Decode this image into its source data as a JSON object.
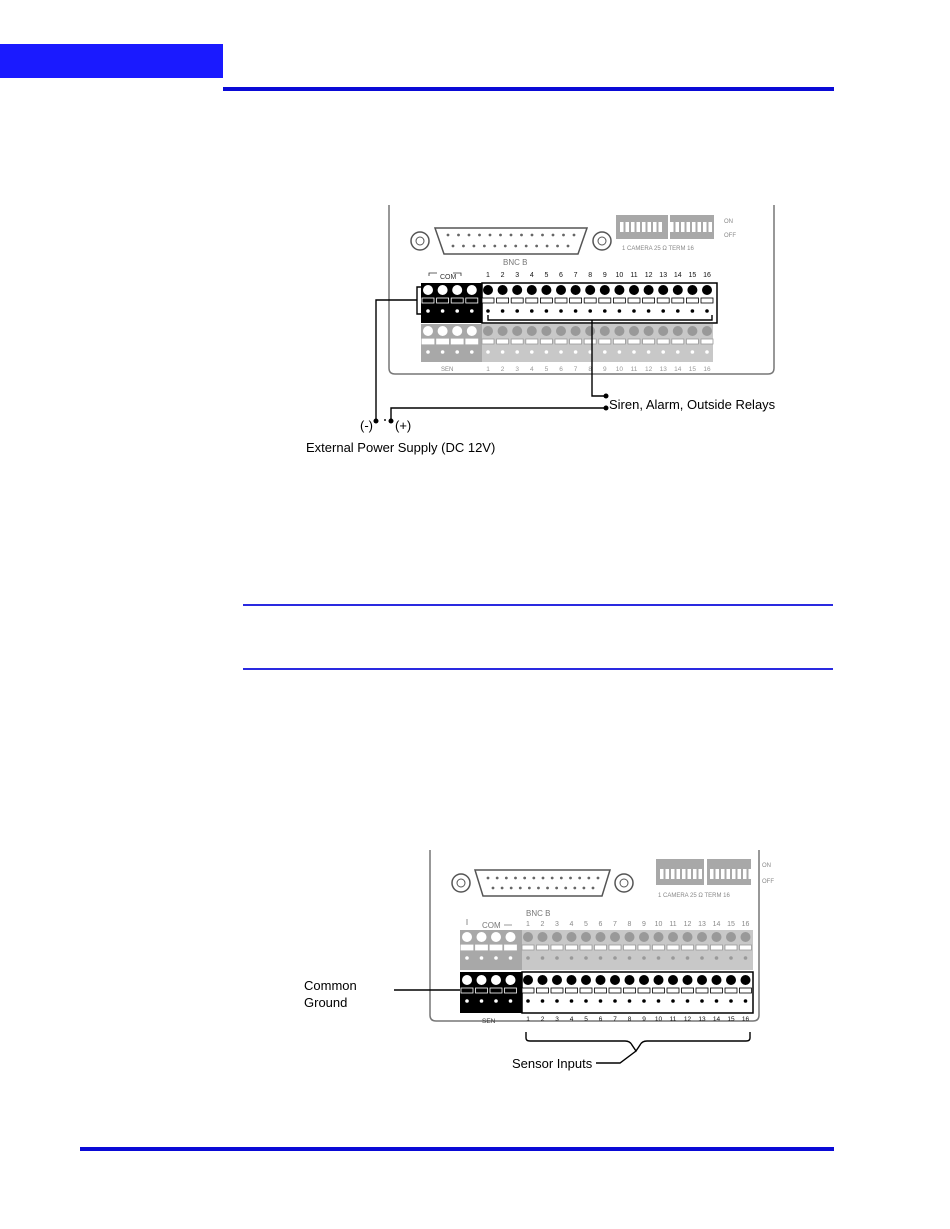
{
  "colors": {
    "rule_blue": "#0a0ad6",
    "tab_blue": "#1a1aff",
    "panel_edge": "#666666",
    "gray_block": "#a8a8a8"
  },
  "figure1": {
    "bnc_label": "BNC B",
    "com_label": "COM",
    "sen_label": "SEN",
    "dip_label": "1 CAMERA 25 Ω  TERM 16",
    "dip_on": "ON",
    "dip_off": "OFF",
    "numbers": [
      "1",
      "2",
      "3",
      "4",
      "5",
      "6",
      "7",
      "8",
      "9",
      "10",
      "11",
      "12",
      "13",
      "14",
      "15",
      "16"
    ],
    "callout_relays": "Siren, Alarm, Outside Relays",
    "minus_label": "(-)",
    "plus_label": "(+)",
    "power_label": "External Power Supply (DC 12V)"
  },
  "figure2": {
    "bnc_label": "BNC B",
    "com_label": "COM",
    "sen_label": "SEN",
    "dip_label": "1 CAMERA 25 Ω  TERM 16",
    "dip_on": "ON",
    "dip_off": "OFF",
    "numbers": [
      "1",
      "2",
      "3",
      "4",
      "5",
      "6",
      "7",
      "8",
      "9",
      "10",
      "11",
      "12",
      "13",
      "14",
      "15",
      "16"
    ],
    "common_ground_line1": "Common",
    "common_ground_line2": "Ground",
    "sensor_inputs_label": "Sensor Inputs"
  }
}
